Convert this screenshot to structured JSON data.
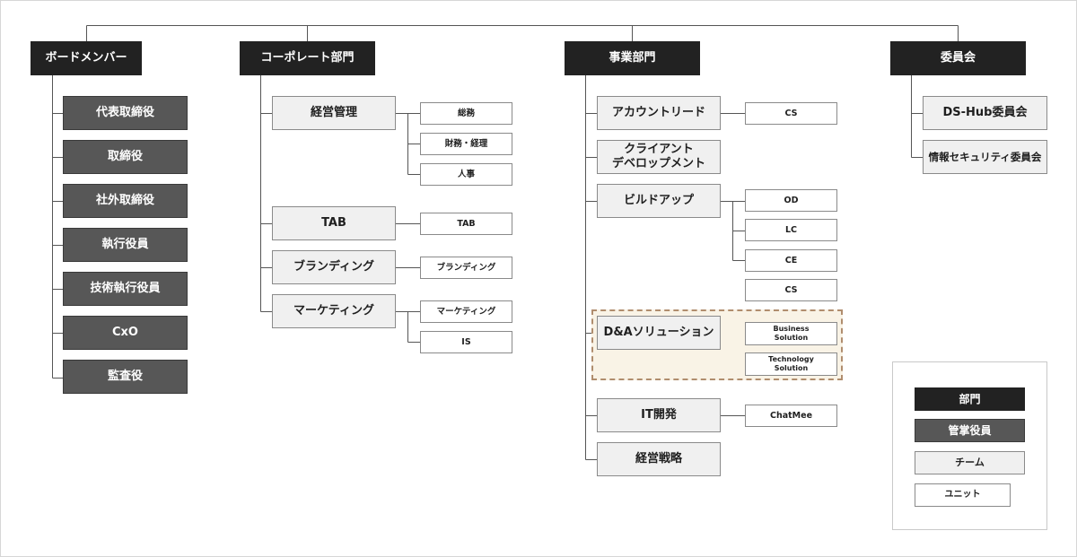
{
  "colors": {
    "dept": "#222222",
    "officer": "#575757",
    "team": "#f0f0f0",
    "unit": "#ffffff",
    "highlight": "#f9f3e6"
  },
  "departments": {
    "board": "ボードメンバー",
    "corporate": "コーポレート部門",
    "business": "事業部門",
    "committee": "委員会"
  },
  "board": [
    "代表取締役",
    "取締役",
    "社外取締役",
    "執行役員",
    "技術執行役員",
    "CxO",
    "監査役"
  ],
  "corporate": {
    "keiei": "経営管理",
    "keiei_units": [
      "総務",
      "財務・経理",
      "人事"
    ],
    "tab": "TAB",
    "tab_unit": "TAB",
    "branding": "ブランディング",
    "branding_unit": "ブランディング",
    "marketing": "マーケティング",
    "marketing_units": [
      "マーケティング",
      "IS"
    ]
  },
  "business": {
    "account": "アカウントリード",
    "account_unit": "CS",
    "client": "クライアント\nデベロップメント",
    "buildup": "ビルドアップ",
    "buildup_units": [
      "OD",
      "LC",
      "CE",
      "CS"
    ],
    "da": "D&Aソリューション",
    "da_units": [
      "Business\nSolution",
      "Technology\nSolution"
    ],
    "it": "IT開発",
    "it_unit": "ChatMee",
    "strategy": "経営戦略"
  },
  "committee": [
    "DS-Hub委員会",
    "情報セキュリティ委員会"
  ],
  "legend": {
    "dept": "部門",
    "officer": "管掌役員",
    "team": "チーム",
    "unit": "ユニット"
  }
}
